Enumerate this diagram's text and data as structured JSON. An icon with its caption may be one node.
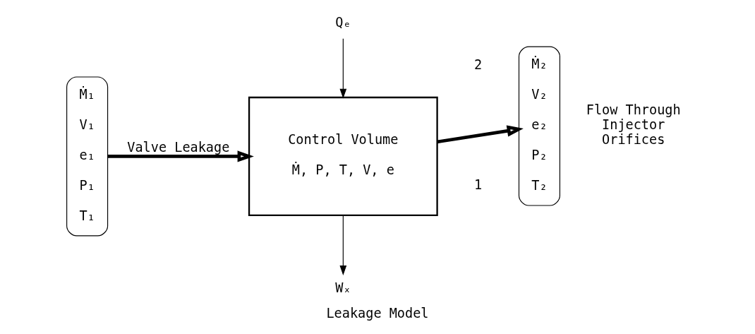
{
  "diagram": {
    "caption": "Leakage Model",
    "nodes": [
      {
        "text": [
          "Ṁ₁",
          "V₁",
          "e₁",
          "P₁",
          "T₁"
        ]
      },
      {
        "text": [
          "Control Volume",
          "Ṁ, P, T, V, e"
        ]
      },
      {
        "text": [
          "Ṁ₂",
          "V₂",
          "e₂",
          "P₂",
          "T₂"
        ],
        "beside": [
          "Flow Through Injector Orifices"
        ]
      },
      {
        "text": [
          "Qₑ"
        ]
      },
      {
        "text": [
          "Wₓ"
        ]
      }
    ],
    "edges": [
      {
        "from": 0,
        "to": 1,
        "arrow": "to",
        "label": "Valve Leakage",
        "style": "thick"
      },
      {
        "from": 1,
        "to": 2,
        "arrow": "to",
        "style": "thick"
      },
      {
        "from": 3,
        "to": 1,
        "arrow": "to"
      },
      {
        "from": 1,
        "to": 4,
        "arrow": "to"
      }
    ],
    "labels": [
      "1",
      "2"
    ]
  }
}
